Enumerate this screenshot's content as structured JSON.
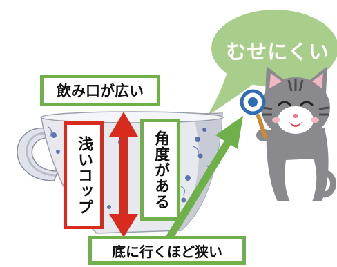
{
  "labels": {
    "wide_rim": "飲み口が広い",
    "shallow_cup": "浅いコップ",
    "has_angle": "角度がある",
    "narrow_bottom": "底に行くほど狭い"
  },
  "speech_bubble": {
    "text": "むせにくい"
  },
  "colors": {
    "green_accent": "#6fb04a",
    "red_accent": "#d92a1e",
    "bubble_fill": "#a9cd8a"
  },
  "icons": {
    "cup": "cup-illustration",
    "cat": "cat-with-magnifier-illustration",
    "arrow_red": "double-headed-arrow-icon",
    "arrow_green": "diagonal-arrow-icon"
  }
}
